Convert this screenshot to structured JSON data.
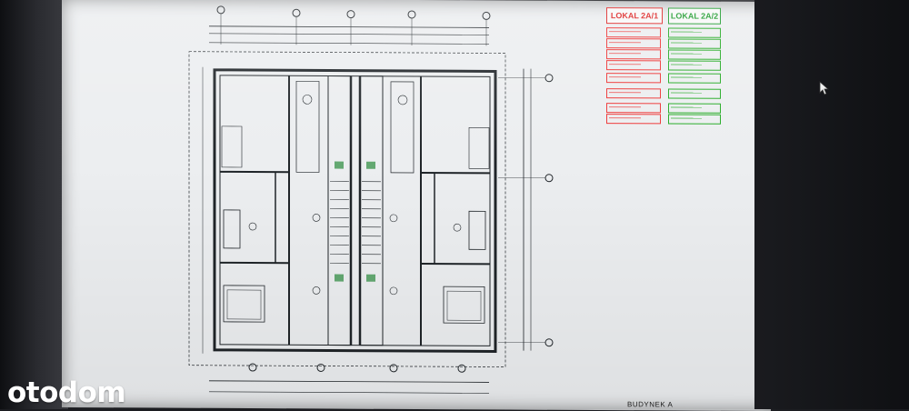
{
  "legend": {
    "left_title": "LOKAL 2A/1",
    "right_title": "LOKAL 2A/2"
  },
  "sheet": {
    "building_label": "BUDYNEK A"
  },
  "watermark": {
    "logo_text": "otodom"
  },
  "colors": {
    "legend_red": "#dd2222",
    "legend_green": "#1a9a2a",
    "plan_line": "#1f2428",
    "plan_accent": "#2a8a3a"
  },
  "icons": {
    "cursor": "mouse-pointer-icon"
  }
}
